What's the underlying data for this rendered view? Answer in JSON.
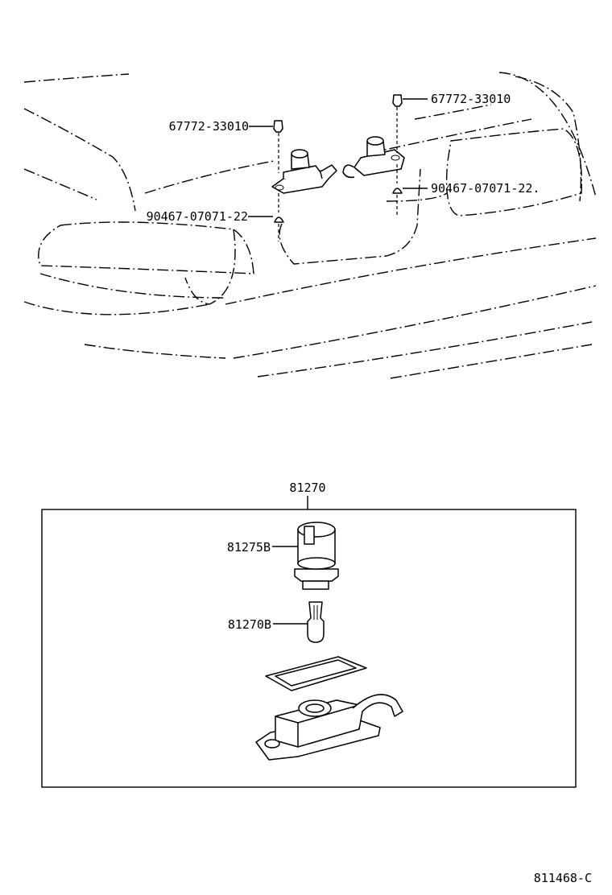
{
  "callouts": {
    "clip_left": "67772-33010",
    "clip_right": "67772-33010",
    "nut_left": "90467-07071-22",
    "nut_right": "90467-07071-22."
  },
  "assembly": {
    "number": "81270",
    "socket": "81275B",
    "bulb": "81270B"
  },
  "illustration_id": "811468-C"
}
